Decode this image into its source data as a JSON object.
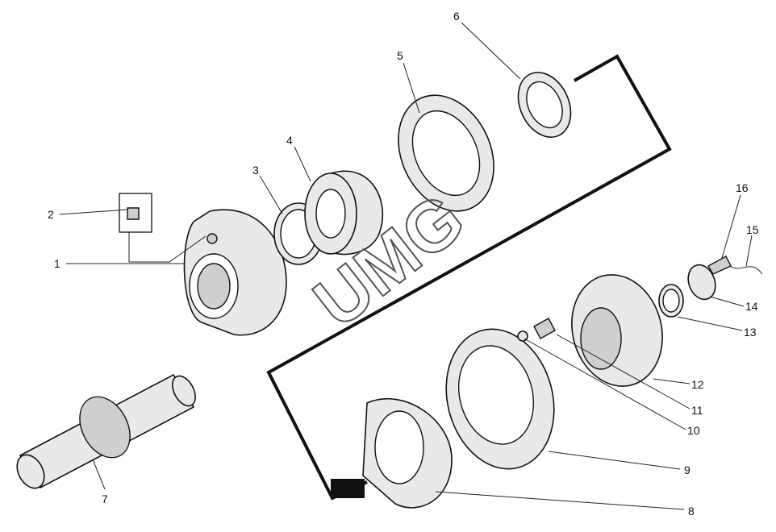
{
  "diagram": {
    "watermark": "UMG",
    "callouts": [
      "1",
      "2",
      "3",
      "4",
      "5",
      "6",
      "7",
      "8",
      "9",
      "10",
      "11",
      "12",
      "13",
      "14",
      "15",
      "16"
    ]
  }
}
